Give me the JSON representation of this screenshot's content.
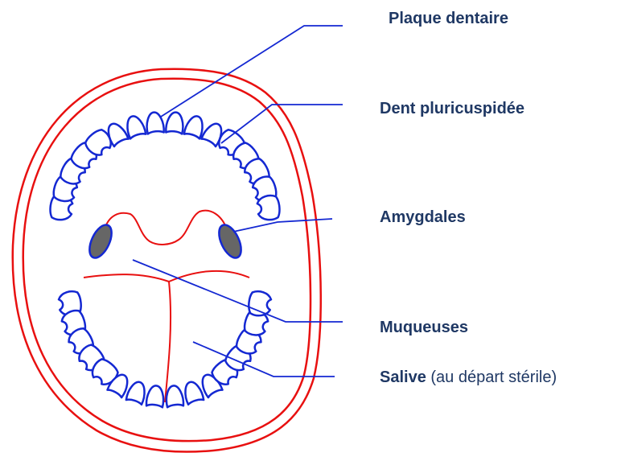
{
  "labels": {
    "plaque": "Plaque dentaire",
    "dent": "Dent pluricuspidée",
    "amygdales": "Amygdales",
    "muqueuses": "Muqueuses",
    "salive": "Salive",
    "salive_note": " (au départ stérile)"
  },
  "colors": {
    "lips": "#e81010",
    "teeth": "#1428d2",
    "leader": "#1428d2",
    "tonsil": "#666666",
    "text": "#1f3864"
  }
}
